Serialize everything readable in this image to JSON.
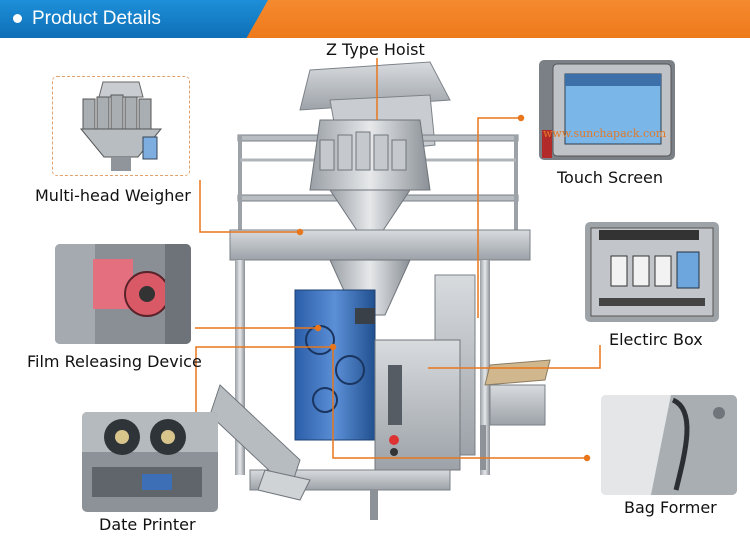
{
  "header": {
    "title": "Product Details",
    "colors": {
      "blue": "#1577c2",
      "orange": "#f0801f"
    }
  },
  "labels": {
    "z_type_hoist": "Z Type Hoist",
    "multi_head_weigher": "Multi-head Weigher",
    "touch_screen": "Touch Screen",
    "film_releasing_device": "Film Releasing Device",
    "electric_box": "Electirc Box",
    "date_printer": "Date Printer",
    "bag_former": "Bag Former"
  },
  "touch_screen_watermark": "www.sunchapack.com",
  "callout_color": "#e8761c"
}
